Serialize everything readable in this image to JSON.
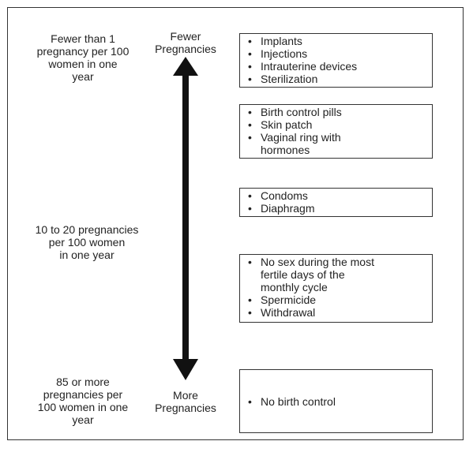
{
  "left_column": {
    "top": [
      "Fewer than 1",
      "pregnancy per 100",
      "women in one",
      "year"
    ],
    "middle": [
      "10 to 20 pregnancies",
      "per 100 women",
      "in one year"
    ],
    "bottom": [
      "85 or more",
      "pregnancies per",
      "100 women in one",
      "year"
    ]
  },
  "scale": {
    "top_label": [
      "Fewer",
      "Pregnancies"
    ],
    "bottom_label": [
      "More",
      "Pregnancies"
    ]
  },
  "boxes": [
    {
      "items": [
        [
          "Implants"
        ],
        [
          "Injections"
        ],
        [
          "Intrauterine devices"
        ],
        [
          "Sterilization"
        ]
      ]
    },
    {
      "items": [
        [
          "Birth control pills"
        ],
        [
          "Skin patch"
        ],
        [
          "Vaginal ring with",
          "hormones"
        ]
      ]
    },
    {
      "items": [
        [
          "Condoms"
        ],
        [
          "Diaphragm"
        ]
      ]
    },
    {
      "items": [
        [
          "No sex during the most",
          "fertile days of the",
          "monthly cycle"
        ],
        [
          "Spermicide"
        ],
        [
          "Withdrawal"
        ]
      ]
    },
    {
      "items": [
        [
          "No birth control"
        ]
      ]
    }
  ]
}
